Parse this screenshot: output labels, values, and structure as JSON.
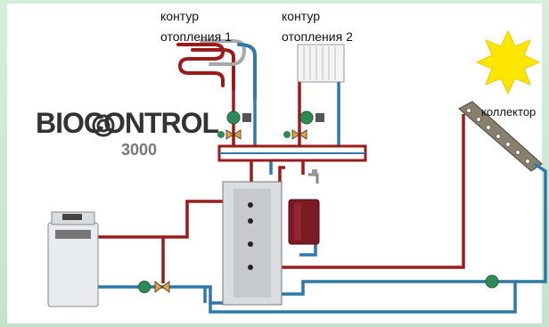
{
  "labels": {
    "circuit1_line1": "контур",
    "circuit1_line2": "отопления 1",
    "circuit2_line1": "контур",
    "circuit2_line2": "отопления 2",
    "collector": "коллектор"
  },
  "logo": {
    "brand": "BIOCONTROL",
    "model": "3000"
  },
  "colors": {
    "hot_pipe": "#9b1b1b",
    "cold_pipe": "#2f78a8",
    "pump": "#2e8b57",
    "sun": "#ffe600",
    "background": "#cfe9d6"
  }
}
